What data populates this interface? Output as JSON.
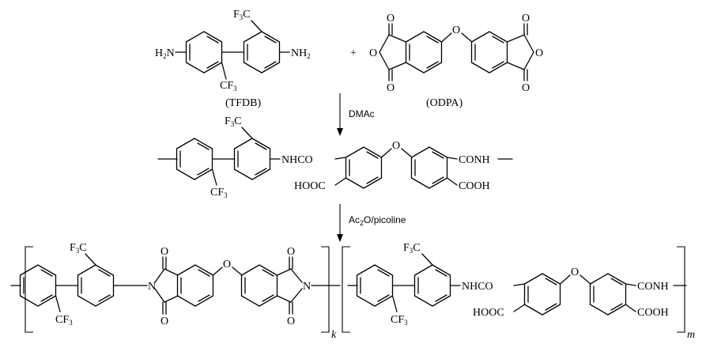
{
  "monomers": {
    "diamine_name": "(TFDB)",
    "dianhydride_name": "(ODPA)",
    "plus": "+",
    "nh2_left": "H2N",
    "nh2_right": "NH2",
    "cf3_top": "F3C",
    "cf3_bottom": "CF3",
    "ring_o": "O",
    "ether_o": "O"
  },
  "step1": {
    "reagent": "DMAc",
    "amide_left": "NHCO",
    "amide_right": "CONH",
    "cooh_left": "HOOC",
    "cooh_right": "COOH",
    "cf3_top": "F3C",
    "cf3_bottom": "CF3",
    "ether_o": "O"
  },
  "step2": {
    "reagent": "Ac2O/picoline",
    "imide_n": "N",
    "carbonyl_o": "O",
    "ether_o": "O",
    "amide_left": "NHCO",
    "amide_right": "CONH",
    "cooh_left": "HOOC",
    "cooh_right": "COOH",
    "cf3_top": "F3C",
    "cf3_bottom": "CF3",
    "subscript_k": "k",
    "subscript_m": "m"
  }
}
